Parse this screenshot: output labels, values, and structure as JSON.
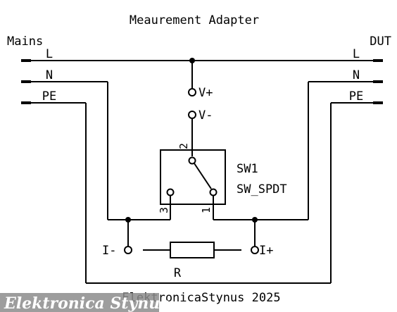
{
  "title": "Meaurement Adapter",
  "left_label": "Mains",
  "right_label": "DUT",
  "lines": [
    "L",
    "N",
    "PE"
  ],
  "terminals": {
    "v_plus": "V+",
    "v_minus": "V-",
    "i_minus": "I-",
    "i_plus": "I+"
  },
  "switch": {
    "ref": "SW1",
    "type": "SW_SPDT",
    "pin_common": "2",
    "pin_3": "3",
    "pin_1": "1"
  },
  "resistor": {
    "ref": "R"
  },
  "footer": "ElektronicaStynus 2025",
  "watermark": "Elektronica Stynus"
}
